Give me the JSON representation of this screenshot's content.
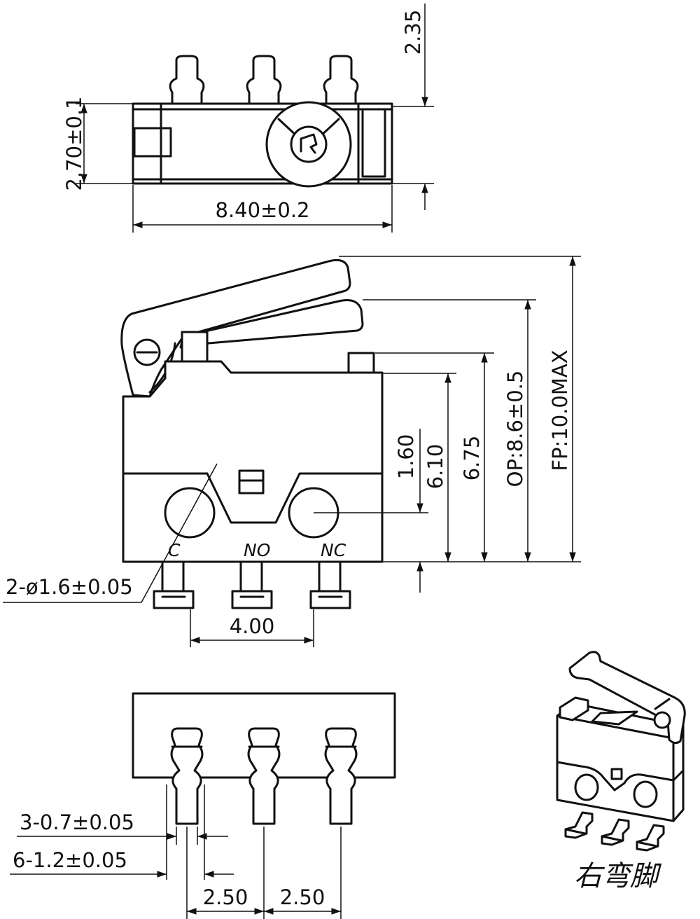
{
  "top_view": {
    "height_dim": "2.70±0.1",
    "width_dim": "8.40±0.2",
    "pin_extension_dim": "2.35"
  },
  "side_view": {
    "pin_labels": [
      "C",
      "NO",
      "NC"
    ],
    "hole_dim": "2-ø1.6±0.05",
    "pin_spacing_dim": "4.00",
    "dims": {
      "d1": "1.60",
      "d2": "6.10",
      "d3": "6.75",
      "op": "OP:8.6±0.5",
      "fp": "FP:10.0MAX"
    }
  },
  "bottom_view": {
    "pin_width_dim": "3-0.7±0.05",
    "pad_width_dim": "6-1.2±0.05",
    "pitch_left": "2.50",
    "pitch_right": "2.50"
  },
  "iso_view": {
    "caption": "右弯脚"
  }
}
